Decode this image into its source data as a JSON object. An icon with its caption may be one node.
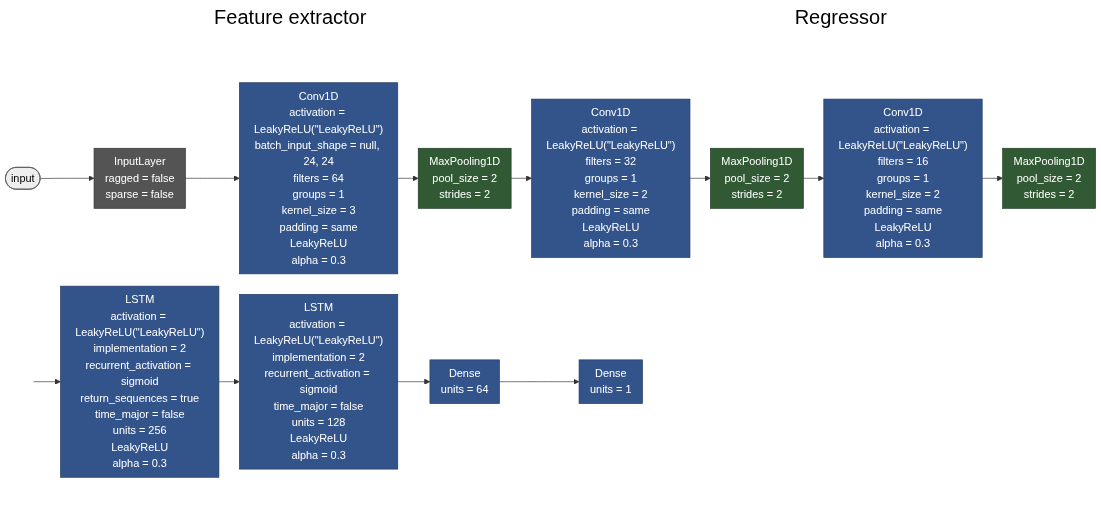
{
  "diagram": {
    "nodes": [
      {
        "text": [
          "input"
        ]
      },
      {
        "text": [
          "InputLayer",
          "ragged = false",
          "sparse = false"
        ]
      },
      {
        "text": [
          "Conv1D",
          "activation = LeakyReLU(\"LeakyReLU\")",
          "batch_input_shape = null, 24, 24",
          "filters = 64",
          "groups = 1",
          "kernel_size = 3",
          "padding = same",
          "LeakyReLU",
          "alpha = 0.3"
        ]
      },
      {
        "text": [
          "MaxPooling1D",
          "pool_size = 2",
          "strides = 2"
        ]
      },
      {
        "text": [
          "Conv1D",
          "activation = LeakyReLU(\"LeakyReLU\")",
          "filters = 32",
          "groups = 1",
          "kernel_size = 2",
          "padding = same",
          "LeakyReLU",
          "alpha = 0.3"
        ]
      },
      {
        "text": [
          "MaxPooling1D",
          "pool_size = 2",
          "strides = 2"
        ]
      },
      {
        "text": [
          "Conv1D",
          "activation = LeakyReLU(\"LeakyReLU\")",
          "filters = 16",
          "groups = 1",
          "kernel_size = 2",
          "padding = same",
          "LeakyReLU",
          "alpha = 0.3"
        ]
      },
      {
        "text": [
          "MaxPooling1D",
          "pool_size = 2",
          "strides = 2"
        ]
      },
      {
        "text": [
          "LSTM",
          "activation = LeakyReLU(\"LeakyReLU\")",
          "implementation = 2",
          "recurrent_activation = sigmoid",
          "return_sequences = true",
          "time_major = false",
          "units = 256",
          "LeakyReLU",
          "alpha = 0.3"
        ]
      },
      {
        "text": [
          "LSTM",
          "activation = LeakyReLU(\"LeakyReLU\")",
          "implementation = 2",
          "recurrent_activation = sigmoid",
          "time_major = false",
          "units = 128",
          "LeakyReLU",
          "alpha = 0.3"
        ]
      },
      {
        "text": [
          "Dense",
          "units = 64"
        ]
      },
      {
        "text": [
          "Dense",
          "units = 1"
        ]
      }
    ],
    "edges": [
      {
        "from": 0,
        "to": 1,
        "arrow": "to"
      },
      {
        "from": 1,
        "to": 2,
        "arrow": "to"
      },
      {
        "from": 2,
        "to": 3,
        "arrow": "to"
      },
      {
        "from": 3,
        "to": 4,
        "arrow": "to"
      },
      {
        "from": 4,
        "to": 5,
        "arrow": "to"
      },
      {
        "from": 5,
        "to": 6,
        "arrow": "to"
      },
      {
        "from": 6,
        "to": 7,
        "arrow": "to"
      },
      {
        "from": null,
        "to": 8,
        "arrow": "to"
      },
      {
        "from": 8,
        "to": 9,
        "arrow": "to"
      },
      {
        "from": 9,
        "to": 10,
        "arrow": "to"
      },
      {
        "from": 10,
        "to": 11,
        "arrow": "to"
      }
    ],
    "labels": [
      "Feature extractor",
      "Regressor"
    ]
  }
}
